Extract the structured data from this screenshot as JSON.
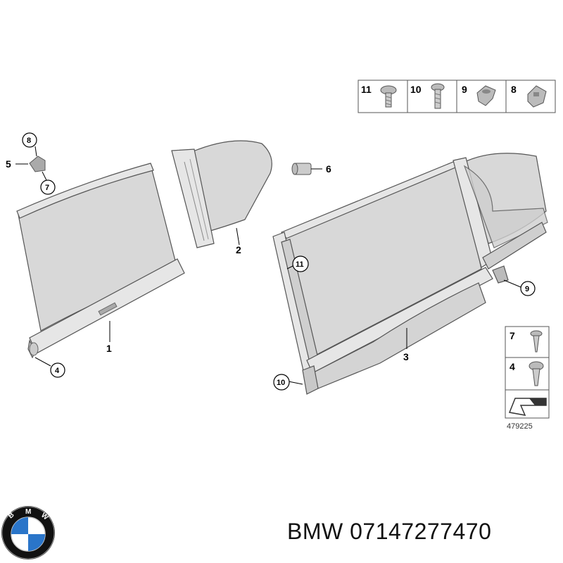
{
  "callouts": {
    "c1": "1",
    "c2": "2",
    "c3": "3",
    "c4": "4",
    "c5": "5",
    "c6": "6",
    "c7": "7",
    "c8": "8",
    "c9": "9",
    "c10": "10",
    "c11": "11"
  },
  "fastener_box_top": {
    "items": [
      "11",
      "10",
      "9",
      "8"
    ]
  },
  "fastener_box_side": {
    "items": [
      "7",
      "4"
    ]
  },
  "reference_number": "479225",
  "footer": {
    "brand": "BMW",
    "part_number": "07147277470",
    "text": "BMW 07147277470"
  },
  "logo": {
    "letters": "BMW",
    "colors": {
      "ring": "#111111",
      "blue": "#2a75c9",
      "white": "#ffffff"
    }
  },
  "colors": {
    "panel_fill": "#d8d8d8",
    "frame_fill": "#e6e6e6",
    "line": "#555555"
  }
}
